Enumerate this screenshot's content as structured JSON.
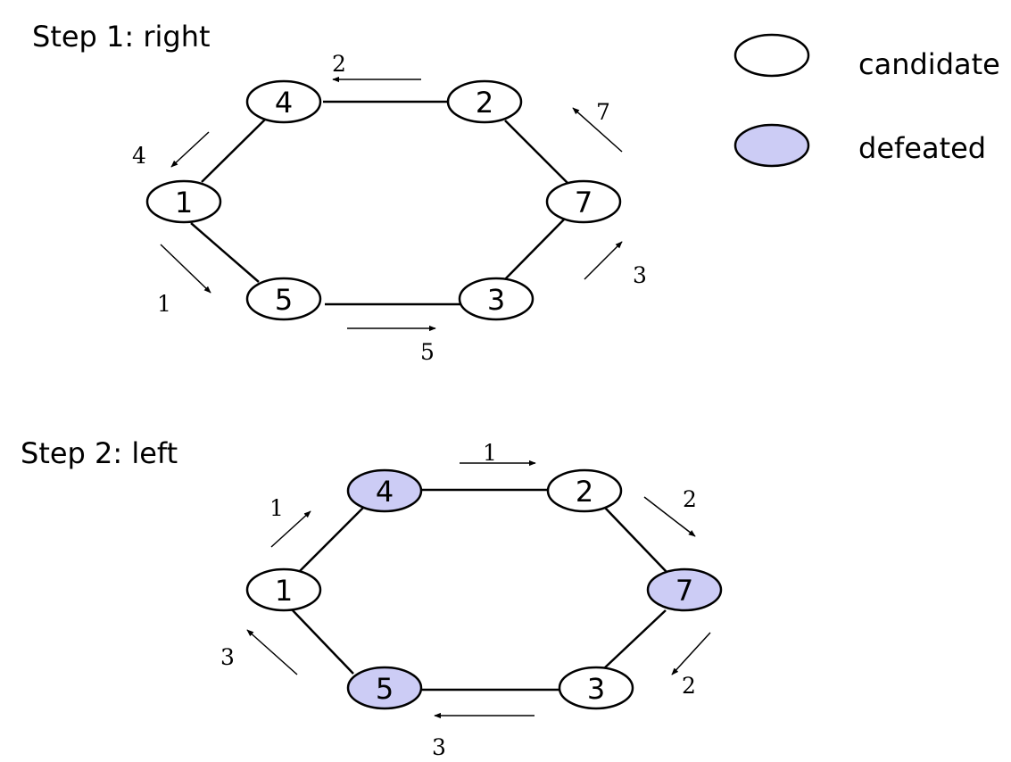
{
  "colors": {
    "candidate": "#ffffff",
    "defeated": "#ccccf5",
    "stroke": "#000000"
  },
  "legend": {
    "candidate": "candidate",
    "defeated": "defeated"
  },
  "steps": [
    {
      "title": "Step 1:  right",
      "nodes": [
        {
          "id": "4",
          "state": "candidate"
        },
        {
          "id": "2",
          "state": "candidate"
        },
        {
          "id": "1",
          "state": "candidate"
        },
        {
          "id": "7",
          "state": "candidate"
        },
        {
          "id": "5",
          "state": "candidate"
        },
        {
          "id": "3",
          "state": "candidate"
        }
      ],
      "messages": [
        "2",
        "7",
        "4",
        "3",
        "1",
        "5"
      ]
    },
    {
      "title": "Step 2:  left",
      "nodes": [
        {
          "id": "4",
          "state": "defeated"
        },
        {
          "id": "2",
          "state": "candidate"
        },
        {
          "id": "1",
          "state": "candidate"
        },
        {
          "id": "7",
          "state": "defeated"
        },
        {
          "id": "5",
          "state": "defeated"
        },
        {
          "id": "3",
          "state": "candidate"
        }
      ],
      "messages": [
        "1",
        "2",
        "1",
        "3",
        "2",
        "3"
      ]
    }
  ]
}
